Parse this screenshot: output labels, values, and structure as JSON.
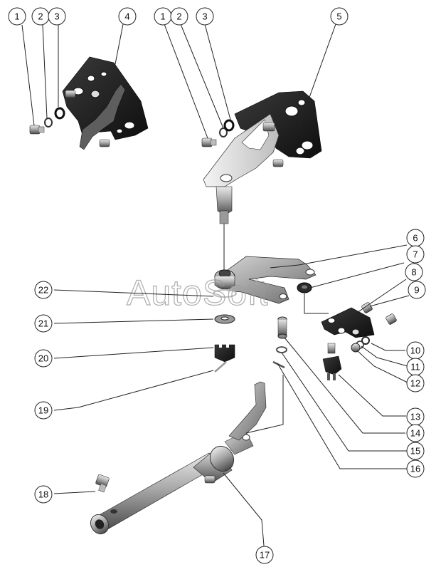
{
  "watermark": "AutoSoft",
  "callouts": [
    {
      "id": "c1a",
      "label": "1"
    },
    {
      "id": "c2a",
      "label": "2"
    },
    {
      "id": "c3a",
      "label": "3"
    },
    {
      "id": "c4",
      "label": "4"
    },
    {
      "id": "c1b",
      "label": "1"
    },
    {
      "id": "c2b",
      "label": "2"
    },
    {
      "id": "c3b",
      "label": "3"
    },
    {
      "id": "c5",
      "label": "5"
    },
    {
      "id": "c6",
      "label": "6"
    },
    {
      "id": "c7",
      "label": "7"
    },
    {
      "id": "c8",
      "label": "8"
    },
    {
      "id": "c9",
      "label": "9"
    },
    {
      "id": "c10",
      "label": "10"
    },
    {
      "id": "c11",
      "label": "11"
    },
    {
      "id": "c12",
      "label": "12"
    },
    {
      "id": "c13",
      "label": "13"
    },
    {
      "id": "c14",
      "label": "14"
    },
    {
      "id": "c15",
      "label": "15"
    },
    {
      "id": "c16",
      "label": "16"
    },
    {
      "id": "c17",
      "label": "17"
    },
    {
      "id": "c18",
      "label": "18"
    },
    {
      "id": "c19",
      "label": "19"
    },
    {
      "id": "c20",
      "label": "20"
    },
    {
      "id": "c21",
      "label": "21"
    },
    {
      "id": "c22",
      "label": "22"
    }
  ]
}
